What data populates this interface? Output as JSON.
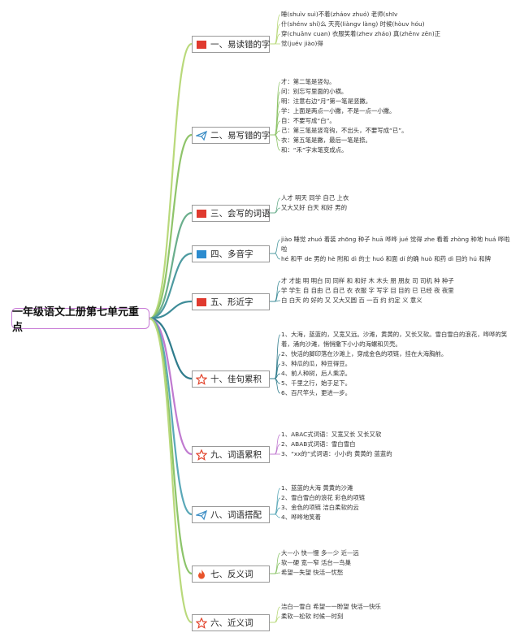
{
  "root": "一年级语文上册第七单元重点",
  "branches": [
    {
      "icon": "red-flag-icon",
      "label": "一、易读错的字",
      "leaves": [
        "睡(shuìv suì)不着(zháov zhuó) 老师(shīv",
        "什(shénv shí)么 天亮(liàngv làng) 时候(hòuv hóu)",
        "穿(chuānv cuan) 衣服笑着(zhev zháo) 真(zhēnv zēn)正",
        "觉(juév jiào)得"
      ]
    },
    {
      "icon": "paper-plane-icon",
      "label": "二、易写错的字",
      "leaves": [
        "才：第二笔是竖勾。",
        "问：别忘写里面的小横。",
        "明：注意右边“月”第一笔是竖撇。",
        "学：上面是两点一小撇，不是一点一小撇。",
        "自：不要写成“白”。",
        "己：第三笔是竖弯钩，不出头，不要写成“已”。",
        "衣：第五笔是撇，最后一笔是捺。",
        "和：“禾”字末笔变成点。"
      ]
    },
    {
      "icon": "red-flag-icon",
      "label": "三、会写的词语",
      "leaves": [
        "人才 明天 同学 自己 上衣",
        "又大又好 白天 和好 男的"
      ]
    },
    {
      "icon": "blue-flag-icon",
      "label": "四、多音字",
      "leaves": [
        "jiào 睡觉 zhuó 着装 zhōng 种子 huā 哗哗 jué 觉得 zhe 看着 zhòng 种地 huá 哗啦啦",
        "hé 和平 de 男的 hè 附和 dì 的士 huó 和面 dí 的确 huò 和药 dì 目的 hú 和牌"
      ]
    },
    {
      "icon": "red-flag-icon",
      "label": "五、形近字",
      "leaves": [
        "才 才能 明 明白 同 同样 和 和好 木 木头 朋 朋友 司 司机 种 种子",
        "学 学生 自 自由 己 自己 衣 衣服 字 写字 目 目的 已 已经 夜 夜里",
        "白 白天 的 好的 又 又大又圆 百 一百 约 约定 义 意义"
      ]
    },
    {
      "icon": "star-icon",
      "label": "十、佳句累积",
      "leaves": [
        "1、大海，蓝蓝的，又宽又远。沙滩，黄黄的，又长又软。雪白雪白的浪花，哗哗的笑着，涌向沙滩，悄悄撒下小小的海螺和贝壳。",
        "2、快活的脚印落在沙滩上，穿成金色的项链，挂在大海胸前。",
        "3、种瓜的瓜，种豆得豆。",
        "4、前人种树，后人乘凉。",
        "5、千里之行，始于足下。",
        "6、百尺竿头，更进一步。"
      ]
    },
    {
      "icon": "star-icon",
      "label": "九、词语累积",
      "leaves": [
        "1、ABAC式词语：又宽又长 又长又软",
        "2、ABAB式词语：雪白雪白",
        "3、“xx的”式词语：小小的 黄黄的 蓝蓝的"
      ]
    },
    {
      "icon": "paper-plane-icon",
      "label": "八、词语搭配",
      "leaves": [
        "1、蓝蓝的大海 黄黄的沙滩",
        "2、雪白雪白的浪花 彩色的项链",
        "3、金色的项链 洁白柔软的云",
        "4、哗哗地笑着"
      ]
    },
    {
      "icon": "fire-icon",
      "label": "七、反义词",
      "leaves": [
        "大—小 快—慢 多—少 近—远",
        "软—硬 宽—窄 活台—鸟巢",
        "希望—失望 快活—忧愁"
      ]
    },
    {
      "icon": "star-icon",
      "label": "六、近义词",
      "leaves": [
        "洁白—雪白 希望—一盼望 快活—快乐",
        "柔软—松软 时候—时刻"
      ]
    }
  ]
}
